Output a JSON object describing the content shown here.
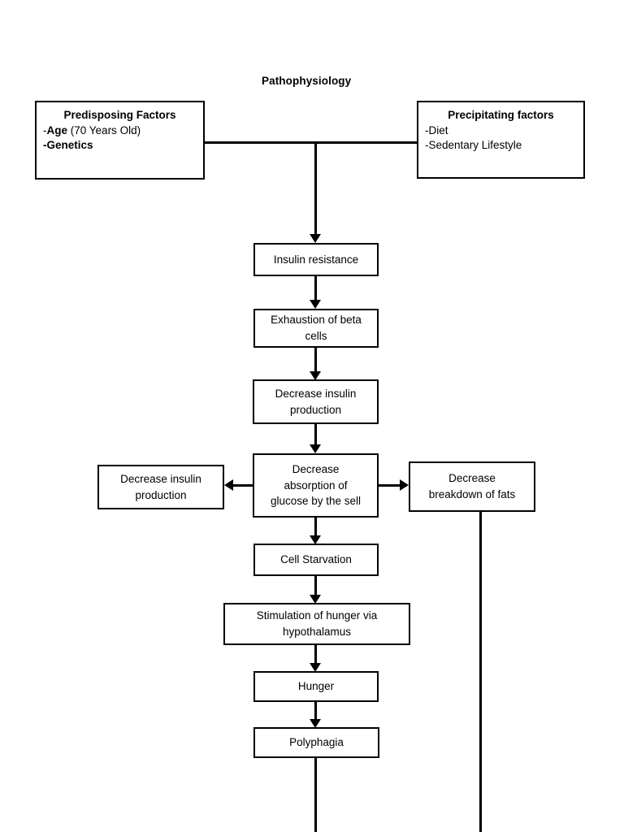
{
  "document": {
    "title": "Pathophysiology",
    "page_background": "#ffffff",
    "line_color": "#000000",
    "text_color": "#000000"
  },
  "diagram": {
    "type": "flowchart",
    "orientation": "top-to-bottom",
    "nodes": [
      {
        "id": "predisposing-factors",
        "heading": "Predisposing Factors",
        "items": [
          "-Age (70 Years Old)",
          "-Genetics"
        ],
        "item_1_bold_part": "Age",
        "item_1_rest": " (70 Years Old)",
        "item_2_bold_part": "-Genetics"
      },
      {
        "id": "precipitating-factors",
        "heading": "Precipitating factors",
        "items": [
          "-Diet",
          "-Sedentary Lifestyle"
        ],
        "item_1": "-Diet",
        "item_2": "-Sedentary Lifestyle"
      },
      {
        "id": "insulin-resistance",
        "label": "Insulin resistance"
      },
      {
        "id": "exhaustion-of-beta-cells",
        "label": "Exhaustion of beta\ncells"
      },
      {
        "id": "decrease-insulin-production",
        "label": "Decrease insulin\nproduction"
      },
      {
        "id": "decrease-absorption-of-glucose",
        "label": "Decrease\nabsorption of\nglucose by the sell"
      },
      {
        "id": "decrease-insulin-production-left",
        "label": "Decrease insulin\nproduction"
      },
      {
        "id": "decrease-breakdown-of-fats",
        "label": "Decrease\nbreakdown of fats"
      },
      {
        "id": "cell-starvation",
        "label": "Cell Starvation"
      },
      {
        "id": "stimulation-of-hunger",
        "label": "Stimulation of hunger via\nhypothalamus"
      },
      {
        "id": "hunger",
        "label": "Hunger"
      },
      {
        "id": "polyphagia",
        "label": "Polyphagia"
      }
    ],
    "edges": [
      {
        "from": "predisposing-factors",
        "to": "insulin-resistance",
        "style": "arrow"
      },
      {
        "from": "precipitating-factors",
        "to": "insulin-resistance",
        "style": "arrow"
      },
      {
        "from": "insulin-resistance",
        "to": "exhaustion-of-beta-cells",
        "style": "arrow"
      },
      {
        "from": "exhaustion-of-beta-cells",
        "to": "decrease-insulin-production",
        "style": "arrow"
      },
      {
        "from": "decrease-insulin-production",
        "to": "decrease-absorption-of-glucose",
        "style": "arrow"
      },
      {
        "from": "decrease-absorption-of-glucose",
        "to": "decrease-insulin-production-left",
        "style": "arrow-left"
      },
      {
        "from": "decrease-absorption-of-glucose",
        "to": "decrease-breakdown-of-fats",
        "style": "arrow-right"
      },
      {
        "from": "decrease-absorption-of-glucose",
        "to": "cell-starvation",
        "style": "arrow"
      },
      {
        "from": "cell-starvation",
        "to": "stimulation-of-hunger",
        "style": "arrow"
      },
      {
        "from": "stimulation-of-hunger",
        "to": "hunger",
        "style": "arrow"
      },
      {
        "from": "hunger",
        "to": "polyphagia",
        "style": "arrow"
      },
      {
        "from": "polyphagia",
        "to": "off-page-bottom",
        "style": "line"
      },
      {
        "from": "decrease-breakdown-of-fats",
        "to": "off-page-bottom",
        "style": "line"
      }
    ]
  }
}
